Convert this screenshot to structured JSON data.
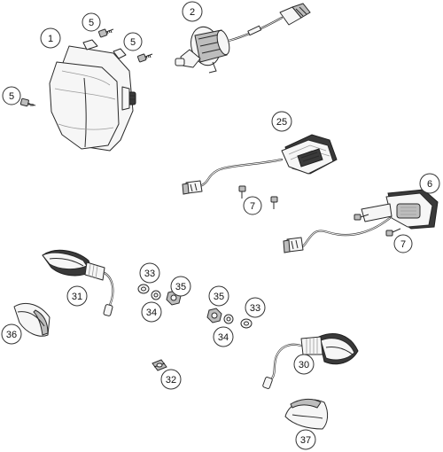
{
  "callouts": [
    {
      "key": "c1",
      "label": "1"
    },
    {
      "key": "c2",
      "label": "2"
    },
    {
      "key": "c5a",
      "label": "5"
    },
    {
      "key": "c5b",
      "label": "5"
    },
    {
      "key": "c5c",
      "label": "5"
    },
    {
      "key": "c25",
      "label": "25"
    },
    {
      "key": "c6",
      "label": "6"
    },
    {
      "key": "c7a",
      "label": "7"
    },
    {
      "key": "c7b",
      "label": "7"
    },
    {
      "key": "c31",
      "label": "31"
    },
    {
      "key": "c36",
      "label": "36"
    },
    {
      "key": "c33a",
      "label": "33"
    },
    {
      "key": "c34a",
      "label": "34"
    },
    {
      "key": "c35a",
      "label": "35"
    },
    {
      "key": "c35b",
      "label": "35"
    },
    {
      "key": "c34b",
      "label": "34"
    },
    {
      "key": "c33b",
      "label": "33"
    },
    {
      "key": "c30",
      "label": "30"
    },
    {
      "key": "c32",
      "label": "32"
    },
    {
      "key": "c37",
      "label": "37"
    }
  ]
}
